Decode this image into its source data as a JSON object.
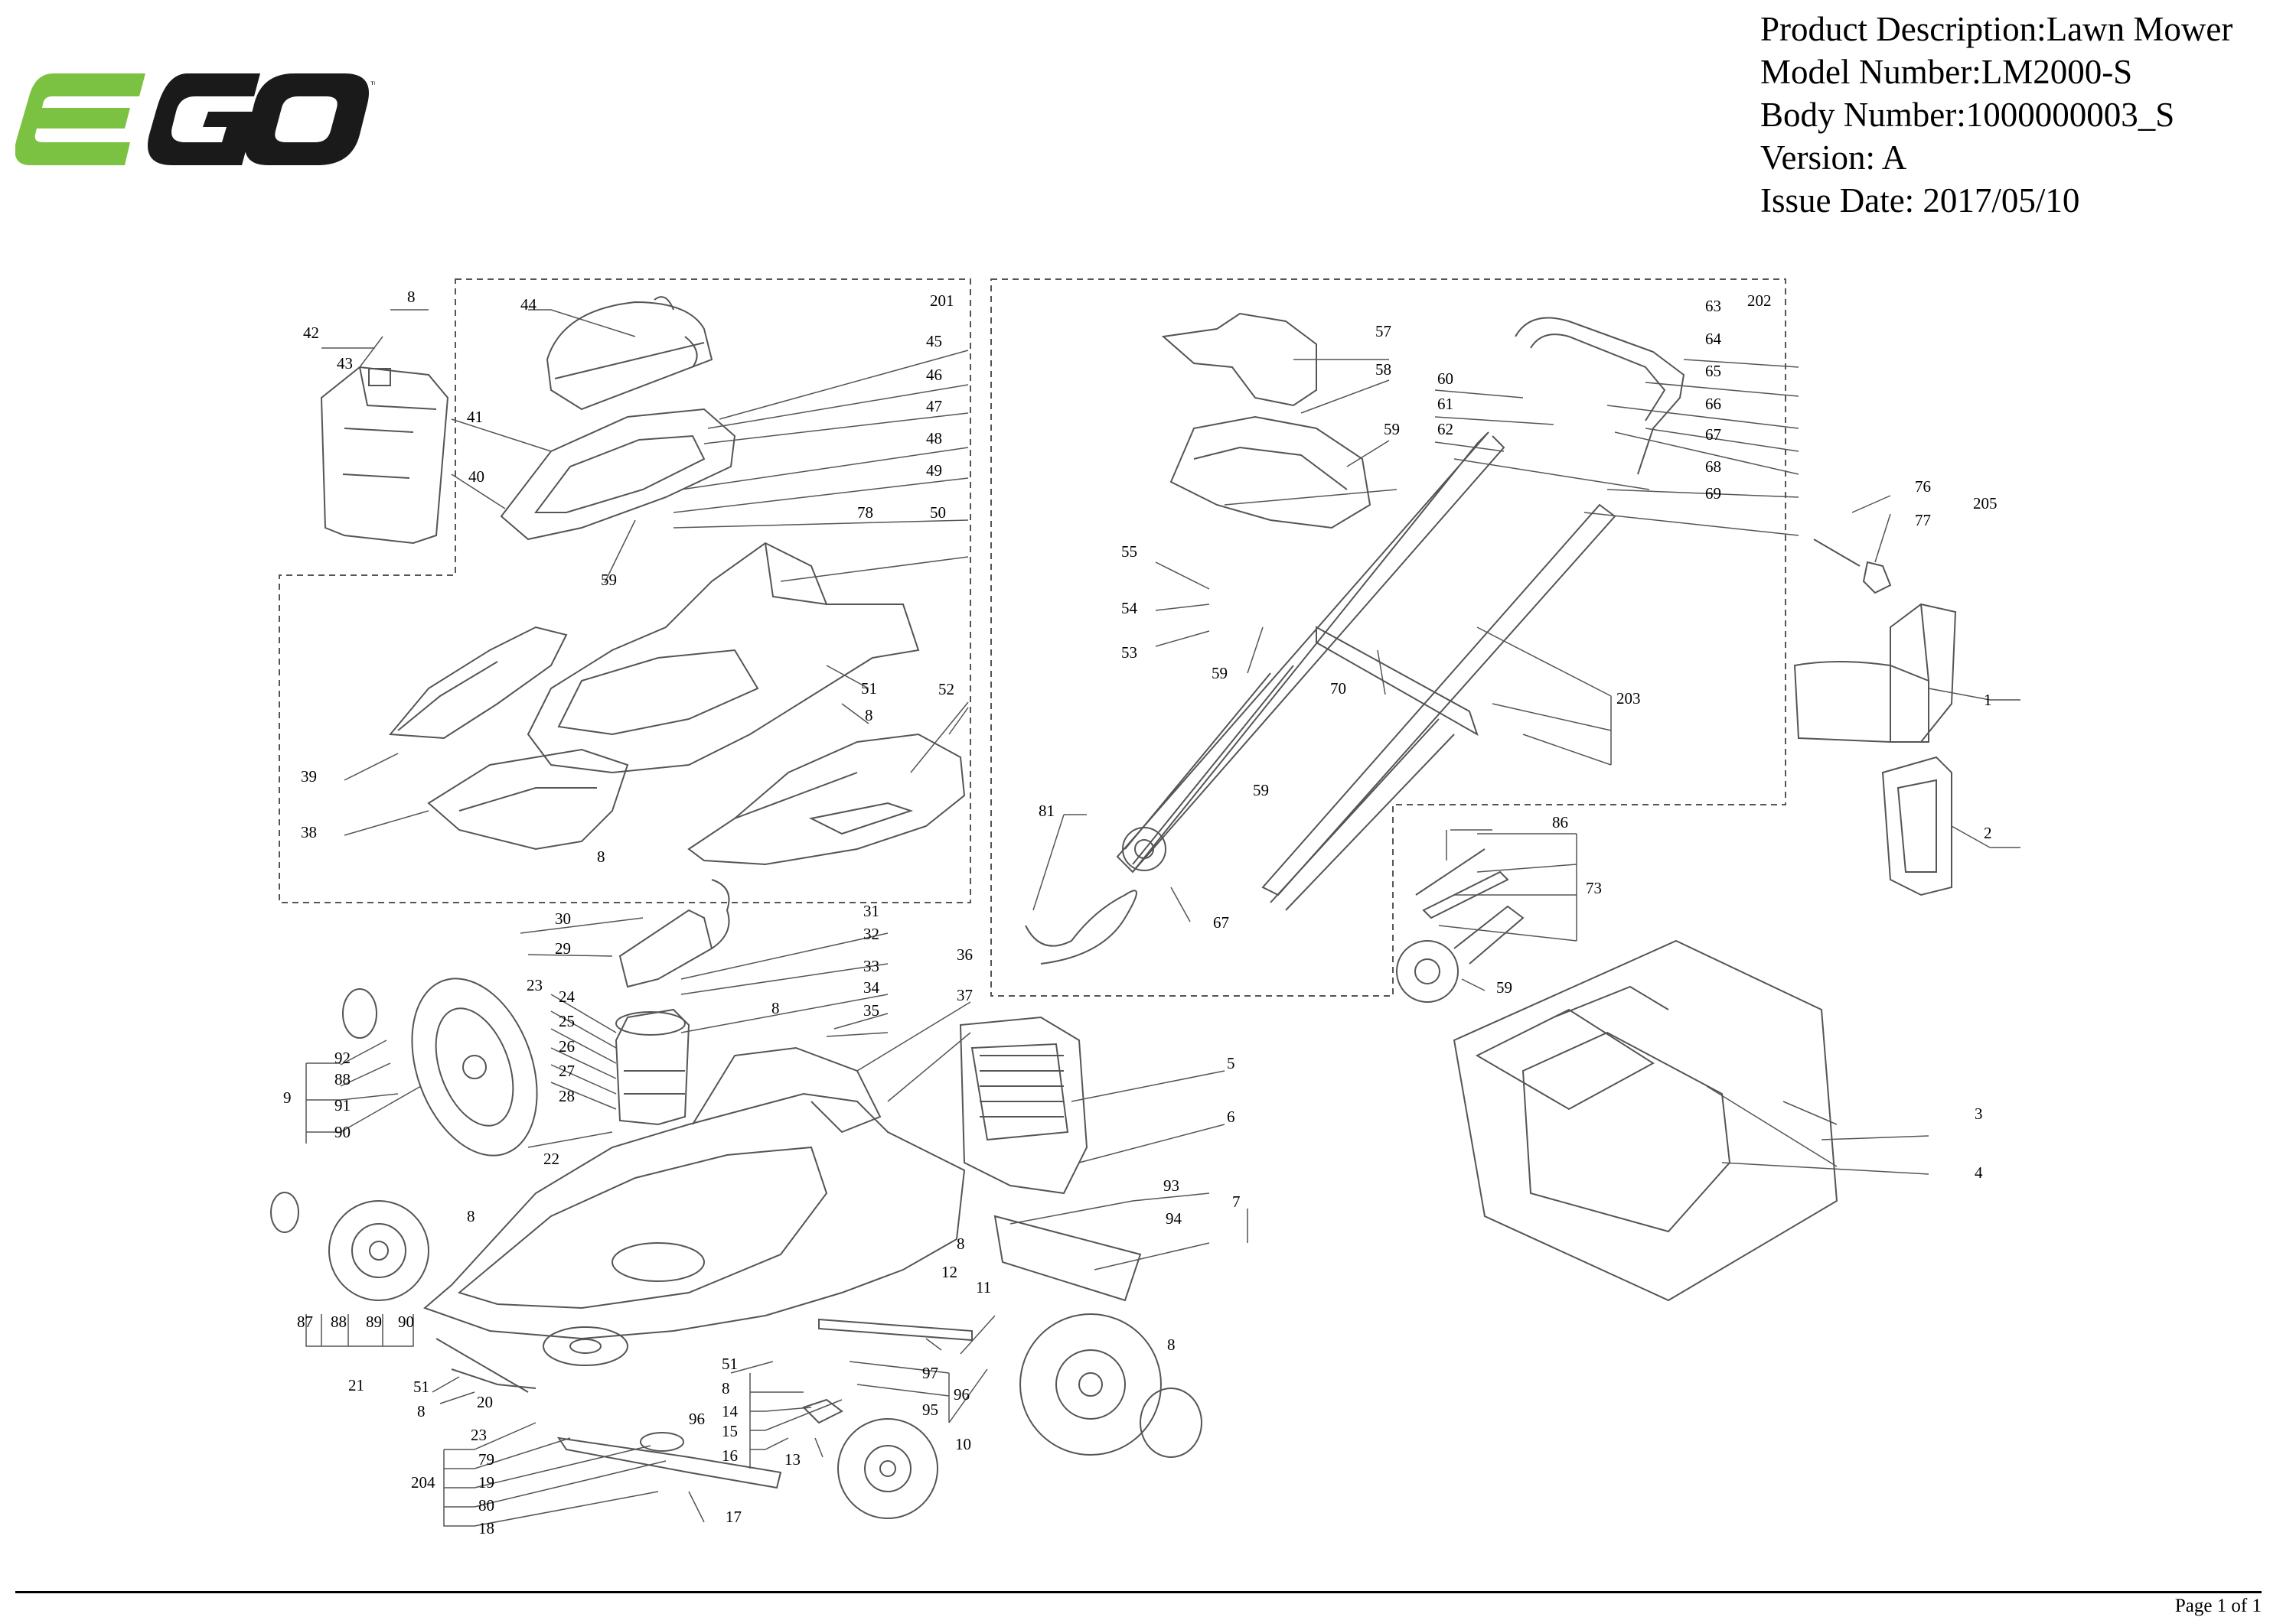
{
  "brand": {
    "logo_text": "EGO",
    "trademark": "™",
    "colors": {
      "green": "#7cc242",
      "black": "#1a1a1a"
    }
  },
  "info": {
    "description": "Product Description:Lawn Mower",
    "model": "Model Number:LM2000-S",
    "body": "Body Number:1000000003_S",
    "version": "Version: A",
    "issue_date": "Issue Date: 2017/05/10"
  },
  "groups": {
    "g201": "201",
    "g202": "202",
    "g203": "203",
    "g204": "204",
    "g205": "205"
  },
  "callouts": [
    "8",
    "42",
    "43",
    "44",
    "41",
    "40",
    "45",
    "46",
    "47",
    "48",
    "49",
    "59",
    "78",
    "50",
    "39",
    "51",
    "8",
    "52",
    "38",
    "8",
    "57",
    "58",
    "59",
    "60",
    "61",
    "62",
    "63",
    "64",
    "65",
    "66",
    "67",
    "68",
    "69",
    "55",
    "54",
    "53",
    "59",
    "70",
    "76",
    "77",
    "1",
    "2",
    "59",
    "81",
    "67",
    "86",
    "73",
    "59",
    "30",
    "29",
    "31",
    "32",
    "33",
    "34",
    "35",
    "36",
    "37",
    "23",
    "24",
    "25",
    "26",
    "27",
    "28",
    "8",
    "5",
    "6",
    "92",
    "88",
    "91",
    "9",
    "90",
    "22",
    "93",
    "7",
    "94",
    "3",
    "4",
    "8",
    "8",
    "12",
    "11",
    "87",
    "88",
    "89",
    "90",
    "21",
    "51",
    "8",
    "20",
    "51",
    "8",
    "14",
    "15",
    "16",
    "96",
    "97",
    "96",
    "95",
    "10",
    "8",
    "23",
    "79",
    "19",
    "80",
    "18",
    "13",
    "17"
  ],
  "footer": {
    "page": "Page 1 of 1"
  }
}
